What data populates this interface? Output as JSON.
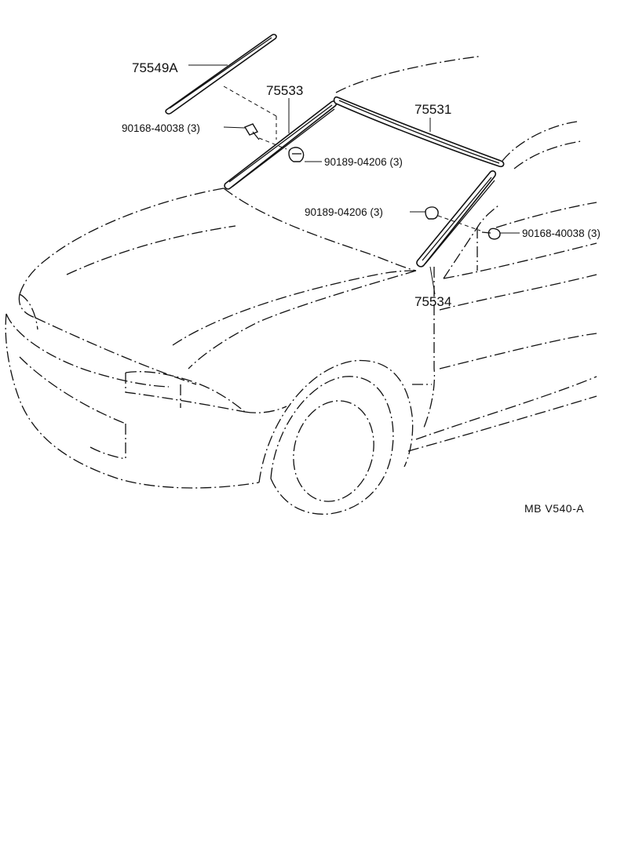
{
  "labels": {
    "part_75549a": "75549A",
    "part_75533": "75533",
    "part_75531": "75531",
    "part_75534": "75534",
    "screw_left": "90168-40038 (3)",
    "clip_left": "90189-04206 (3)",
    "clip_right": "90189-04206 (3)",
    "screw_right": "90168-40038 (3)"
  },
  "reference_code": "MB  V540-A"
}
